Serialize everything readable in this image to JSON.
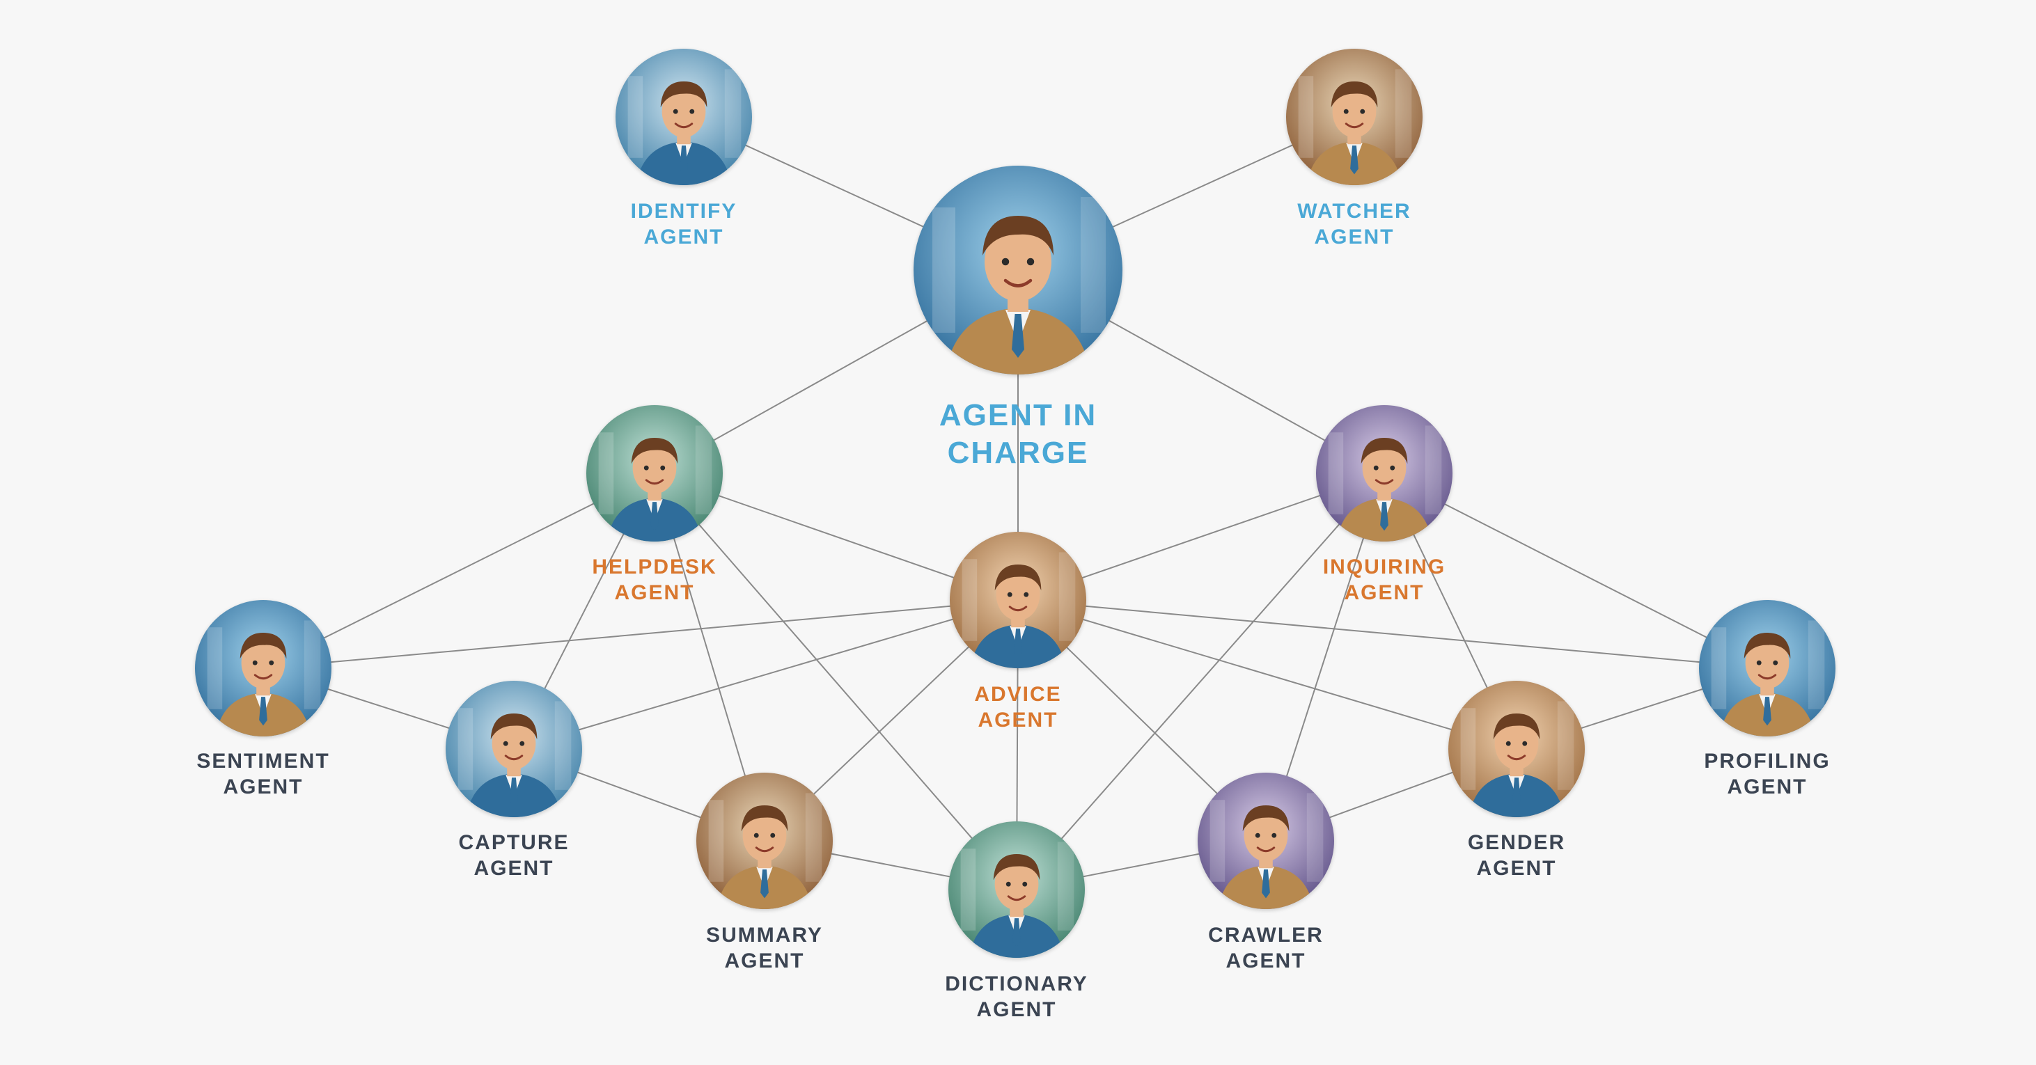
{
  "colors": {
    "background": "#f7f7f7",
    "edge": "#8a8a8a",
    "lead": "#4aa8d6",
    "hub": "#d9772e",
    "worker": "#3b4452",
    "outfit_primary": "#2f6d9b",
    "outfit_secondary": "#b7894f",
    "skin": "#e8b48a",
    "hair": "#6b3f22"
  },
  "nodes": [
    {
      "id": "charge",
      "lines": [
        "AGENT IN",
        "CHARGE"
      ],
      "tier": "lead",
      "icon": "headset-agent-avatar-icon"
    },
    {
      "id": "identify",
      "lines": [
        "IDENTIFY",
        "AGENT"
      ],
      "tier": "lead",
      "icon": "notebook-agent-avatar-icon"
    },
    {
      "id": "watcher",
      "lines": [
        "WATCHER",
        "AGENT"
      ],
      "tier": "lead",
      "icon": "observer-agent-avatar-icon"
    },
    {
      "id": "helpdesk",
      "lines": [
        "HELPDESK",
        "AGENT"
      ],
      "tier": "hub",
      "icon": "headset-agent-avatar-icon"
    },
    {
      "id": "inquiring",
      "lines": [
        "INQUIRING",
        "AGENT"
      ],
      "tier": "hub",
      "icon": "microphone-agent-avatar-icon"
    },
    {
      "id": "advice",
      "lines": [
        "ADVICE",
        "AGENT"
      ],
      "tier": "hub",
      "icon": "thumbs-up-agent-avatar-icon"
    },
    {
      "id": "sentiment",
      "lines": [
        "SENTIMENT",
        "AGENT"
      ],
      "tier": "worker",
      "icon": "hooded-heart-agent-avatar-icon"
    },
    {
      "id": "capture",
      "lines": [
        "CAPTURE",
        "AGENT"
      ],
      "tier": "worker",
      "icon": "net-agent-avatar-icon"
    },
    {
      "id": "summary",
      "lines": [
        "SUMMARY",
        "AGENT"
      ],
      "tier": "worker",
      "icon": "thinker-agent-avatar-icon"
    },
    {
      "id": "dictionary",
      "lines": [
        "DICTIONARY",
        "AGENT"
      ],
      "tier": "worker",
      "icon": "book-agent-avatar-icon"
    },
    {
      "id": "crawler",
      "lines": [
        "CRAWLER",
        "AGENT"
      ],
      "tier": "worker",
      "icon": "spider-agent-avatar-icon"
    },
    {
      "id": "gender",
      "lines": [
        "GENDER",
        "AGENT"
      ],
      "tier": "worker",
      "icon": "split-face-agent-avatar-icon"
    },
    {
      "id": "profiling",
      "lines": [
        "PROFILING",
        "AGENT"
      ],
      "tier": "worker",
      "icon": "puzzle-agent-avatar-icon"
    }
  ],
  "edges": [
    [
      "charge",
      "identify"
    ],
    [
      "charge",
      "watcher"
    ],
    [
      "charge",
      "helpdesk"
    ],
    [
      "charge",
      "inquiring"
    ],
    [
      "charge",
      "advice"
    ],
    [
      "helpdesk",
      "advice"
    ],
    [
      "helpdesk",
      "sentiment"
    ],
    [
      "helpdesk",
      "capture"
    ],
    [
      "helpdesk",
      "summary"
    ],
    [
      "helpdesk",
      "dictionary"
    ],
    [
      "inquiring",
      "advice"
    ],
    [
      "inquiring",
      "profiling"
    ],
    [
      "inquiring",
      "gender"
    ],
    [
      "inquiring",
      "crawler"
    ],
    [
      "inquiring",
      "dictionary"
    ],
    [
      "advice",
      "sentiment"
    ],
    [
      "advice",
      "capture"
    ],
    [
      "advice",
      "summary"
    ],
    [
      "advice",
      "dictionary"
    ],
    [
      "advice",
      "crawler"
    ],
    [
      "advice",
      "gender"
    ],
    [
      "advice",
      "profiling"
    ],
    [
      "sentiment",
      "capture"
    ],
    [
      "capture",
      "summary"
    ],
    [
      "summary",
      "dictionary"
    ],
    [
      "dictionary",
      "crawler"
    ],
    [
      "crawler",
      "gender"
    ],
    [
      "gender",
      "profiling"
    ]
  ]
}
